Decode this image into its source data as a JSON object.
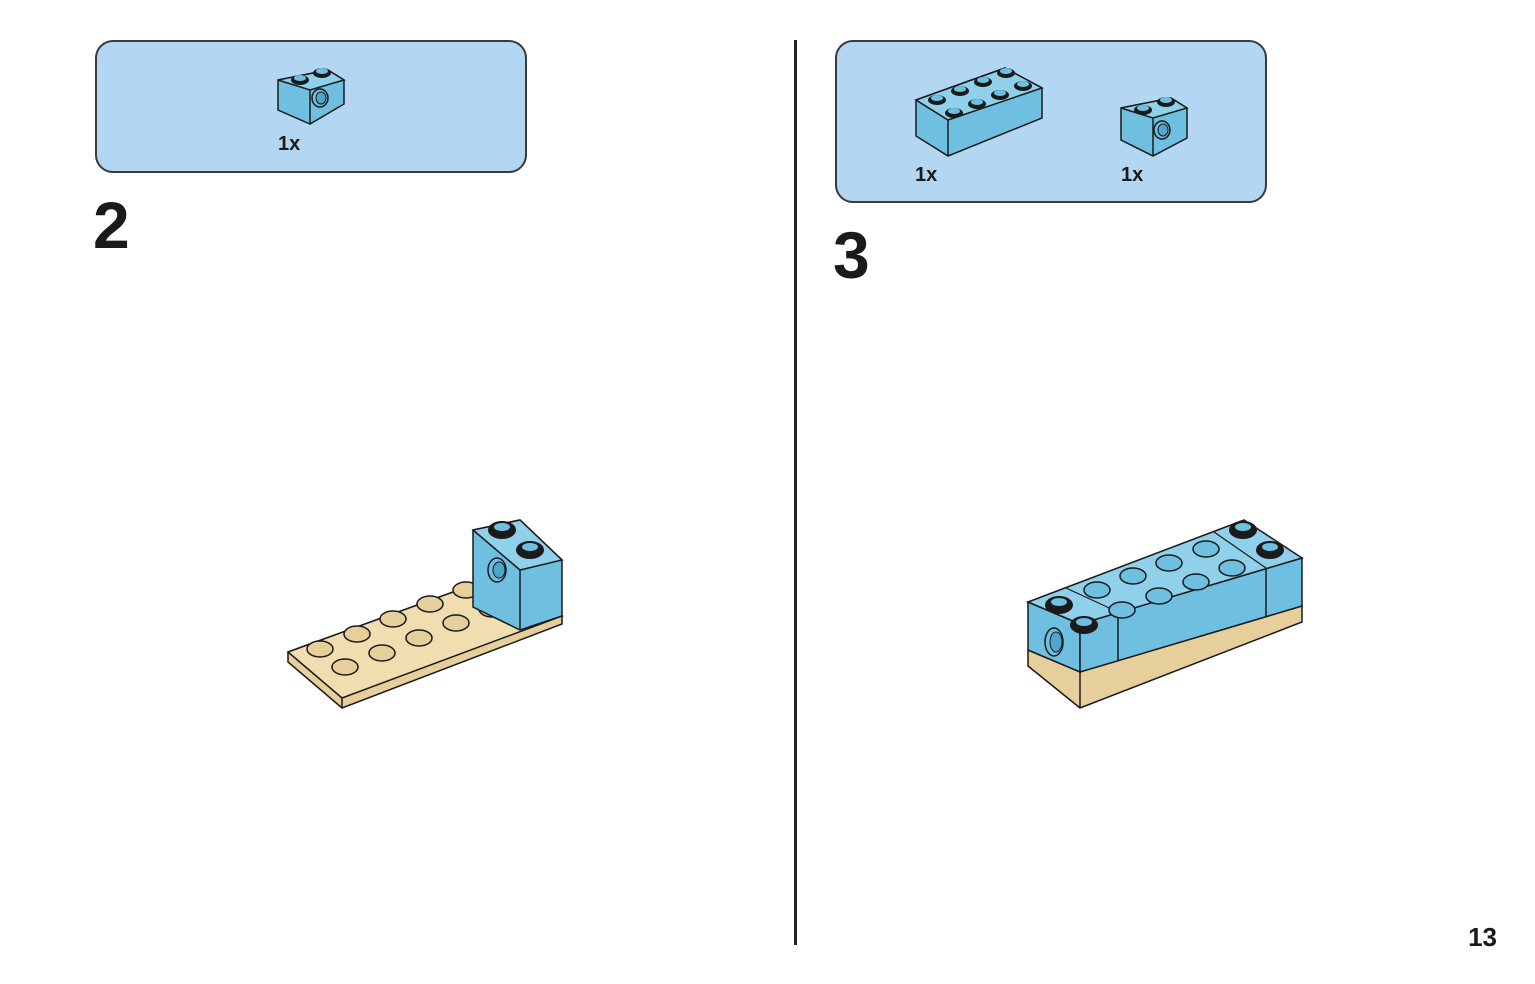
{
  "steps": [
    {
      "number": "2",
      "parts": [
        {
          "icon": "technic-brick-1x2-with-hole-icon",
          "qty": "1x"
        }
      ]
    },
    {
      "number": "3",
      "parts": [
        {
          "icon": "brick-2x4-icon",
          "qty": "1x"
        },
        {
          "icon": "technic-brick-1x2-with-hole-icon",
          "qty": "1x"
        }
      ]
    }
  ],
  "page_number": "13",
  "colors": {
    "parts_box": "#b3d7f2",
    "brick_blue": "#6ebfe0",
    "plate_tan": "#e6cf9a",
    "outline": "#1a1a1a"
  }
}
